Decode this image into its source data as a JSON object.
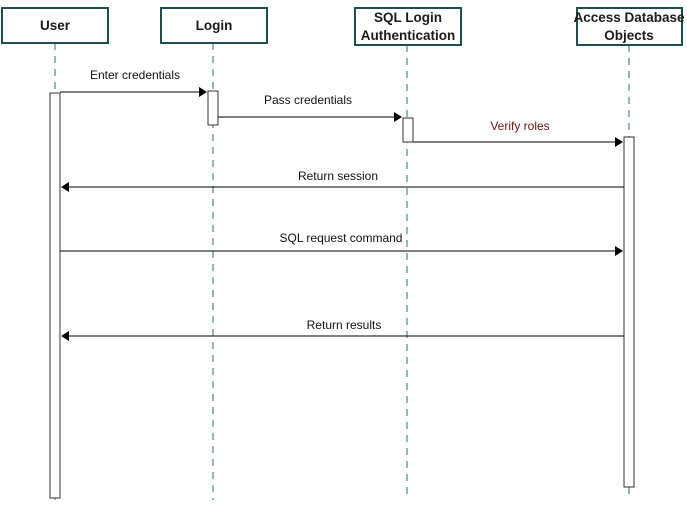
{
  "participants": [
    {
      "id": "user",
      "lines": [
        "User"
      ]
    },
    {
      "id": "login",
      "lines": [
        "Login"
      ]
    },
    {
      "id": "sql-login-authentication",
      "lines": [
        "SQL Login",
        "Authentication"
      ]
    },
    {
      "id": "access-database-objects",
      "lines": [
        "Access Database",
        "Objects"
      ]
    }
  ],
  "messages": [
    {
      "id": "enter-credentials",
      "label": "Enter credentials",
      "from": "user",
      "to": "login",
      "color": "#111111"
    },
    {
      "id": "pass-credentials",
      "label": "Pass credentials",
      "from": "login",
      "to": "sql-login-authentication",
      "color": "#111111"
    },
    {
      "id": "verify-roles",
      "label": "Verify roles",
      "from": "sql-login-authentication",
      "to": "access-database-objects",
      "color": "#6b1414"
    },
    {
      "id": "return-session",
      "label": "Return session",
      "from": "access-database-objects",
      "to": "user",
      "color": "#111111"
    },
    {
      "id": "sql-request-command",
      "label": "SQL request command",
      "from": "user",
      "to": "access-database-objects",
      "color": "#111111"
    },
    {
      "id": "return-results",
      "label": "Return results",
      "from": "access-database-objects",
      "to": "user",
      "color": "#111111"
    }
  ],
  "colors": {
    "box_border": "#1f4e4e",
    "lifeline": "#2e6f6a",
    "message": "#000000"
  }
}
